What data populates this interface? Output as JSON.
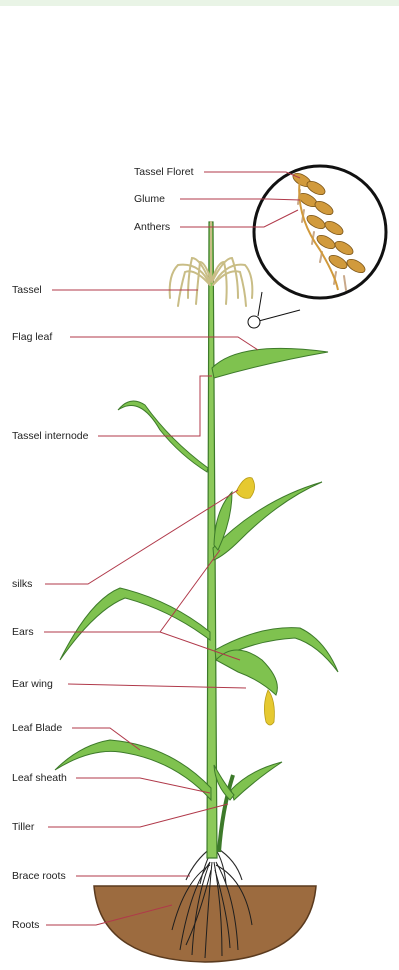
{
  "labels": {
    "tassel_floret": "Tassel Floret",
    "glume": "Glume",
    "anthers": "Anthers",
    "tassel": "Tassel",
    "flag_leaf": "Flag leaf",
    "tassel_internode": "Tassel internode",
    "silks": "silks",
    "ears": "Ears",
    "ear_wing": "Ear wing",
    "leaf_blade": "Leaf Blade",
    "leaf_sheath": "Leaf sheath",
    "tiller": "Tiller",
    "brace_roots": "Brace roots",
    "roots": "Roots"
  },
  "colors": {
    "leader_line": "#b0394a",
    "leaf": "#7fc24f",
    "leaf_dark": "#3d7a2a",
    "stalk": "#8cc95a",
    "tassel": "#d8cfa0",
    "soil": "#9c6b3f",
    "soil_dark": "#5a3a1e",
    "grain": "#d19a3c"
  }
}
